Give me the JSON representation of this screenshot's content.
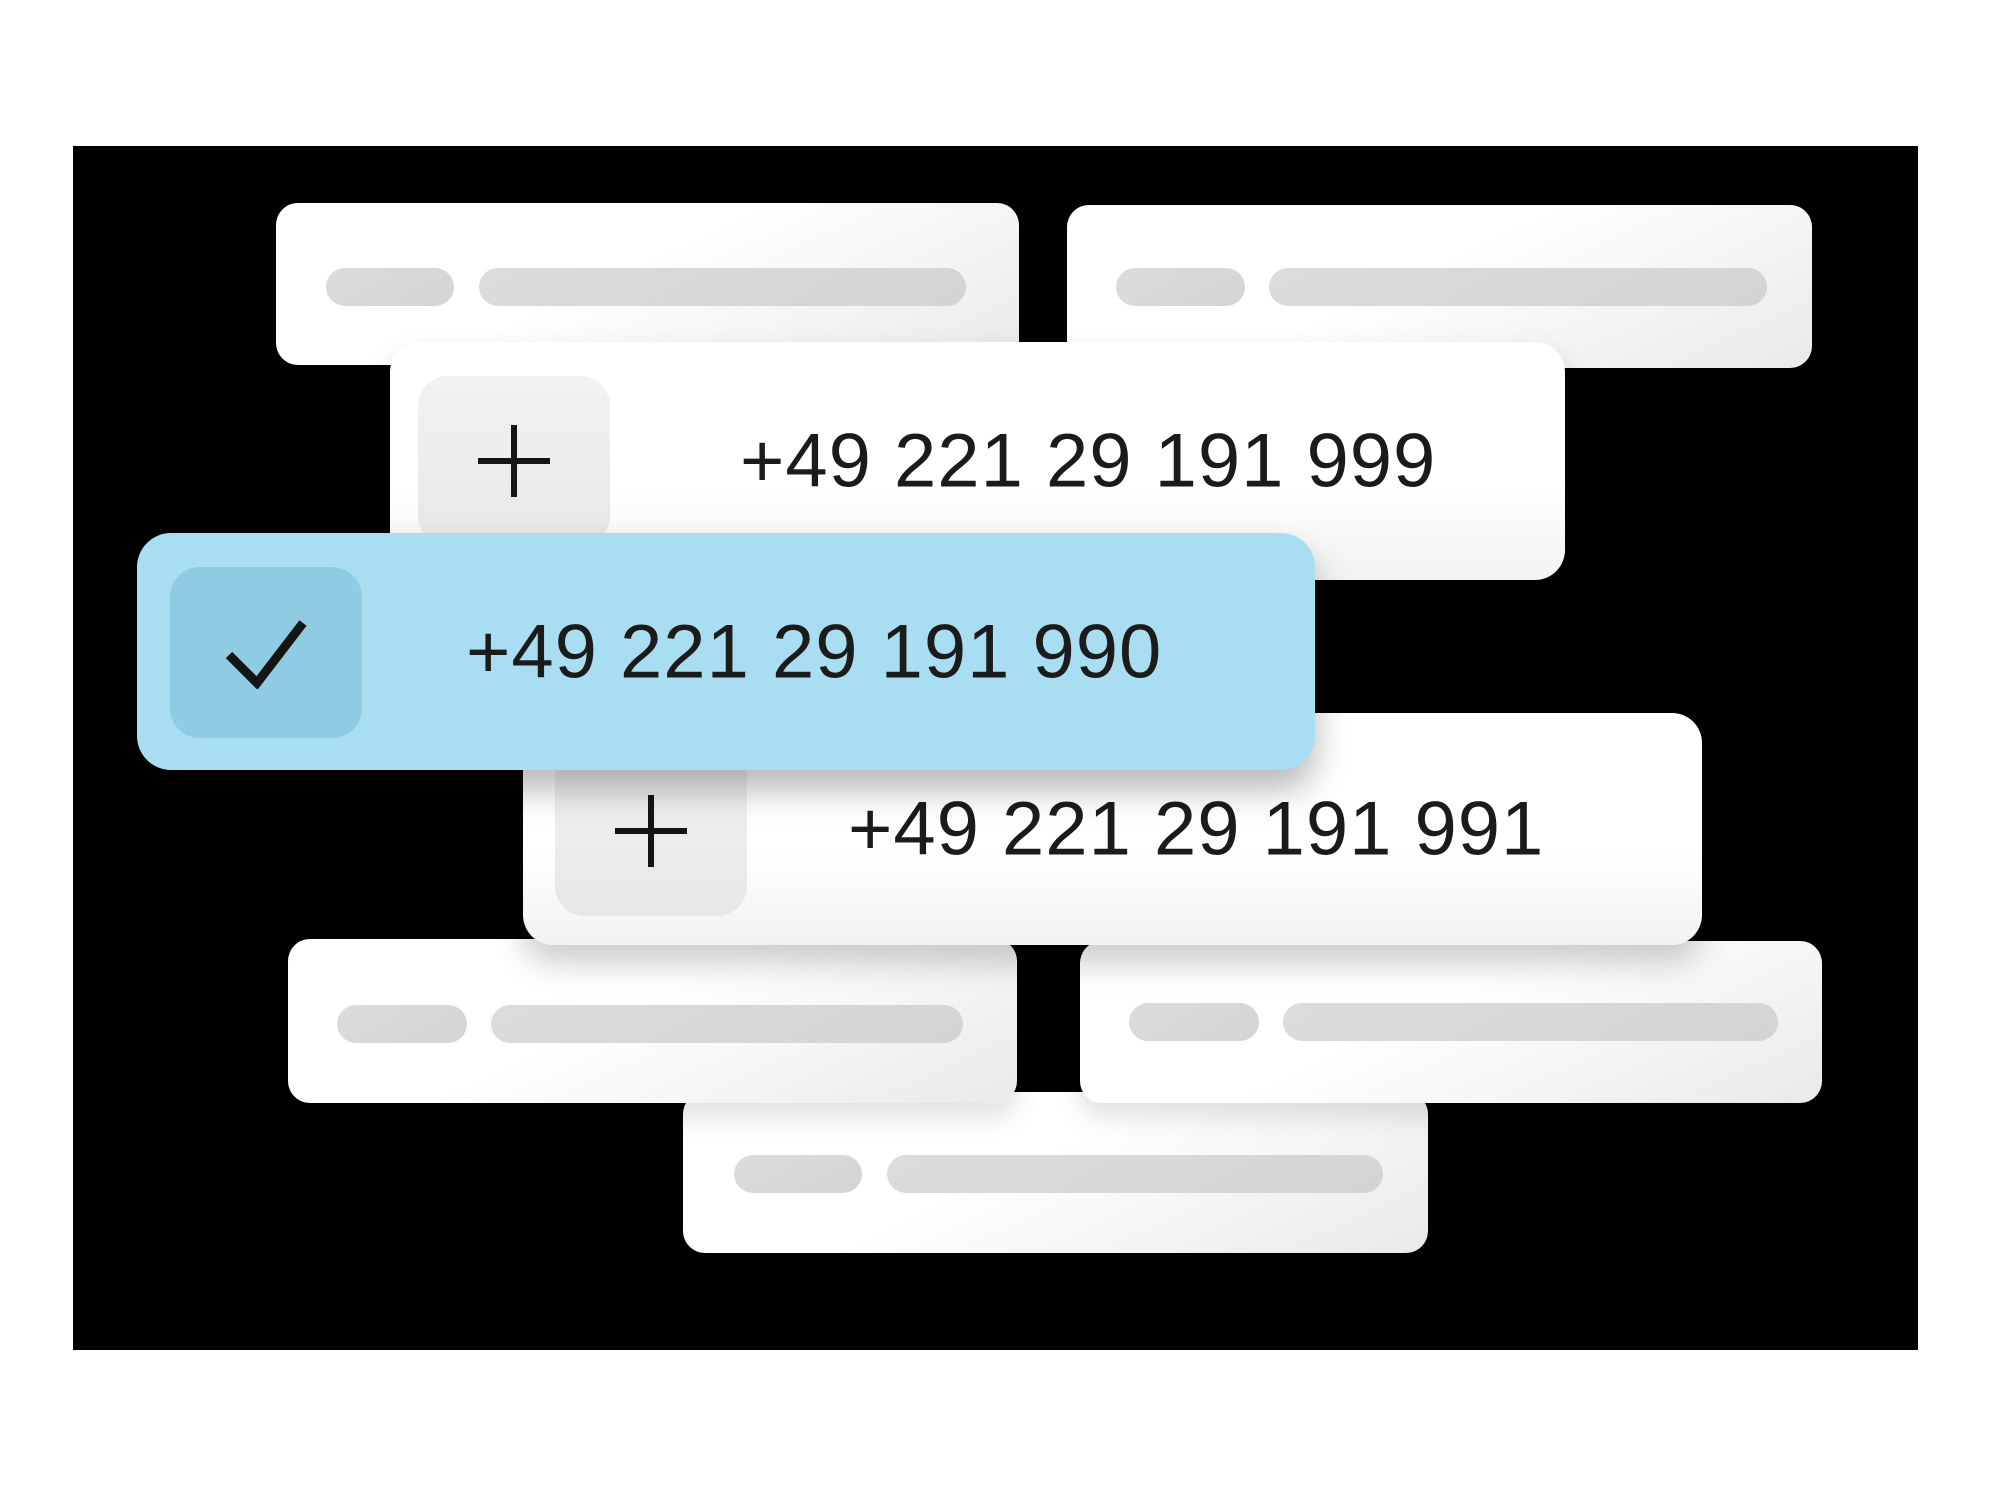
{
  "canvas": {
    "page_background": "#ffffff",
    "stage_background": "#000000"
  },
  "colors": {
    "selected_row_blue": "#a9def2",
    "selected_checkbox_blue": "#8fcbe2",
    "placeholder_pill_gray": "#d8d8d8",
    "card_white": "#ffffff",
    "text_black": "#1b1b1b"
  },
  "phone_options": [
    {
      "id": "option-999",
      "number": "+49 221 29 191 999",
      "selected": false,
      "icon": "plus-icon"
    },
    {
      "id": "option-990",
      "number": "+49 221 29 191 990",
      "selected": true,
      "icon": "check-icon"
    },
    {
      "id": "option-991",
      "number": "+49 221 29 191 991",
      "selected": false,
      "icon": "plus-icon"
    }
  ],
  "placeholder_rows": {
    "count": 5,
    "description": "skeleton list rows with one short and one long gray pill each"
  }
}
